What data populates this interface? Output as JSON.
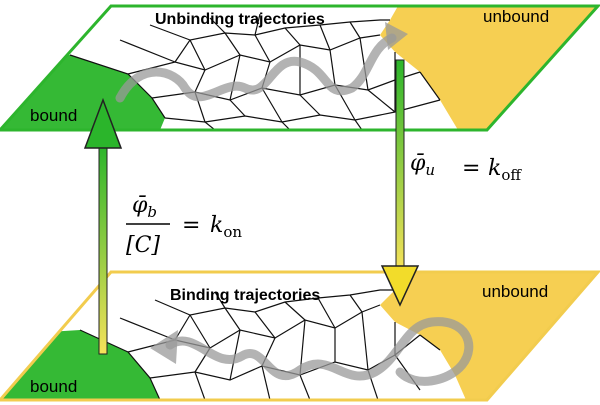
{
  "top_plane": {
    "title": "Unbinding trajectories",
    "left_region": "bound",
    "right_region": "unbound",
    "border_color": "#2db52d",
    "bound_color": "#35b935",
    "unbound_color": "#f6cf52"
  },
  "bottom_plane": {
    "title": "Binding trajectories",
    "left_region": "bound",
    "right_region": "unbound",
    "border_color": "#f2cc4e",
    "bound_color": "#35b935",
    "unbound_color": "#f6cf52"
  },
  "arrows": {
    "up": {
      "lhs_numerator": "φ̄",
      "lhs_numerator_sub": "b",
      "lhs_denominator": "[C]",
      "equals": "=",
      "rhs": "k",
      "rhs_sub": "on"
    },
    "down": {
      "lhs": "φ̄",
      "lhs_sub": "u",
      "equals": "=",
      "rhs": "k",
      "rhs_sub": "off"
    }
  }
}
